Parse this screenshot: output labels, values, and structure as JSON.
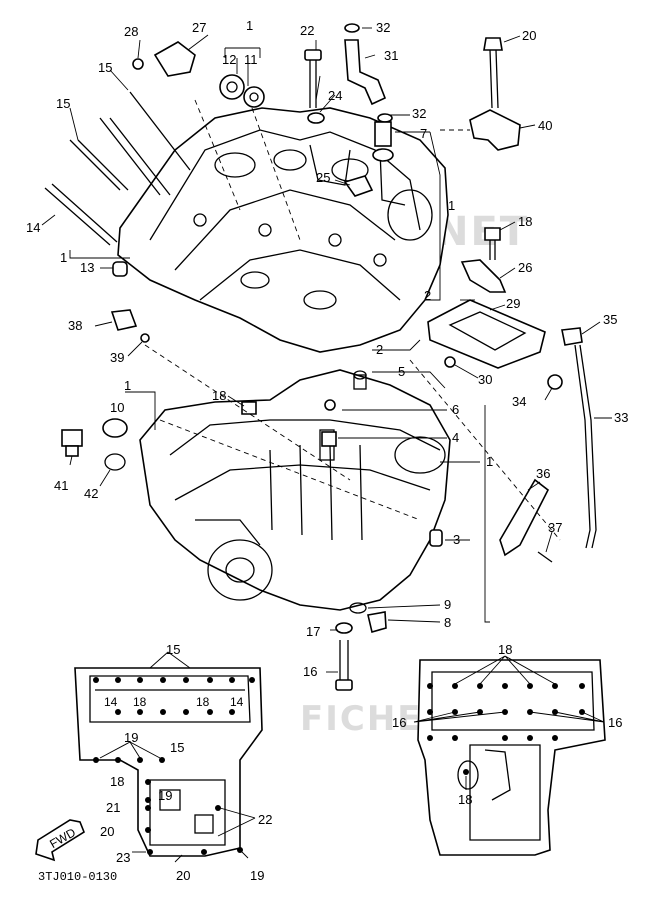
{
  "diagram_code": "3TJ010-0130",
  "watermark": "ETOFICHES.NET",
  "watermark_bottom": "FICHE",
  "front_mark": "FWD",
  "labels": {
    "l1a": "1",
    "l1b": "1",
    "l1c": "1",
    "l1d": "1",
    "l1e": "1",
    "l2a": "2",
    "l2b": "2",
    "l3": "3",
    "l4": "4",
    "l5": "5",
    "l6": "6",
    "l7": "7",
    "l8": "8",
    "l9": "9",
    "l10": "10",
    "l11": "11",
    "l12": "12",
    "l13": "13",
    "l14": "14",
    "l15a": "15",
    "l15b": "15",
    "l16": "16",
    "l17": "17",
    "l18a": "18",
    "l18b": "18",
    "l20": "20",
    "l22": "22",
    "l24": "24",
    "l25": "25",
    "l26": "26",
    "l27": "27",
    "l28": "28",
    "l29": "29",
    "l30": "30",
    "l31": "31",
    "l32a": "32",
    "l32b": "32",
    "l33": "33",
    "l34": "34",
    "l35": "35",
    "l36": "36",
    "l37": "37",
    "l38": "38",
    "l39": "39",
    "l40": "40",
    "l41": "41",
    "l42": "42"
  },
  "inset_left_labels": {
    "a15": "15",
    "a14a": "14",
    "a18a": "18",
    "a18b": "18",
    "a14b": "14",
    "a19a": "19",
    "a15b": "15",
    "a18c": "18",
    "a19b": "19",
    "a21": "21",
    "a20a": "20",
    "a22": "22",
    "a23": "23",
    "a20b": "20",
    "a19c": "19"
  },
  "inset_right_labels": {
    "b18a": "18",
    "b16a": "16",
    "b16b": "16",
    "b18b": "18"
  }
}
